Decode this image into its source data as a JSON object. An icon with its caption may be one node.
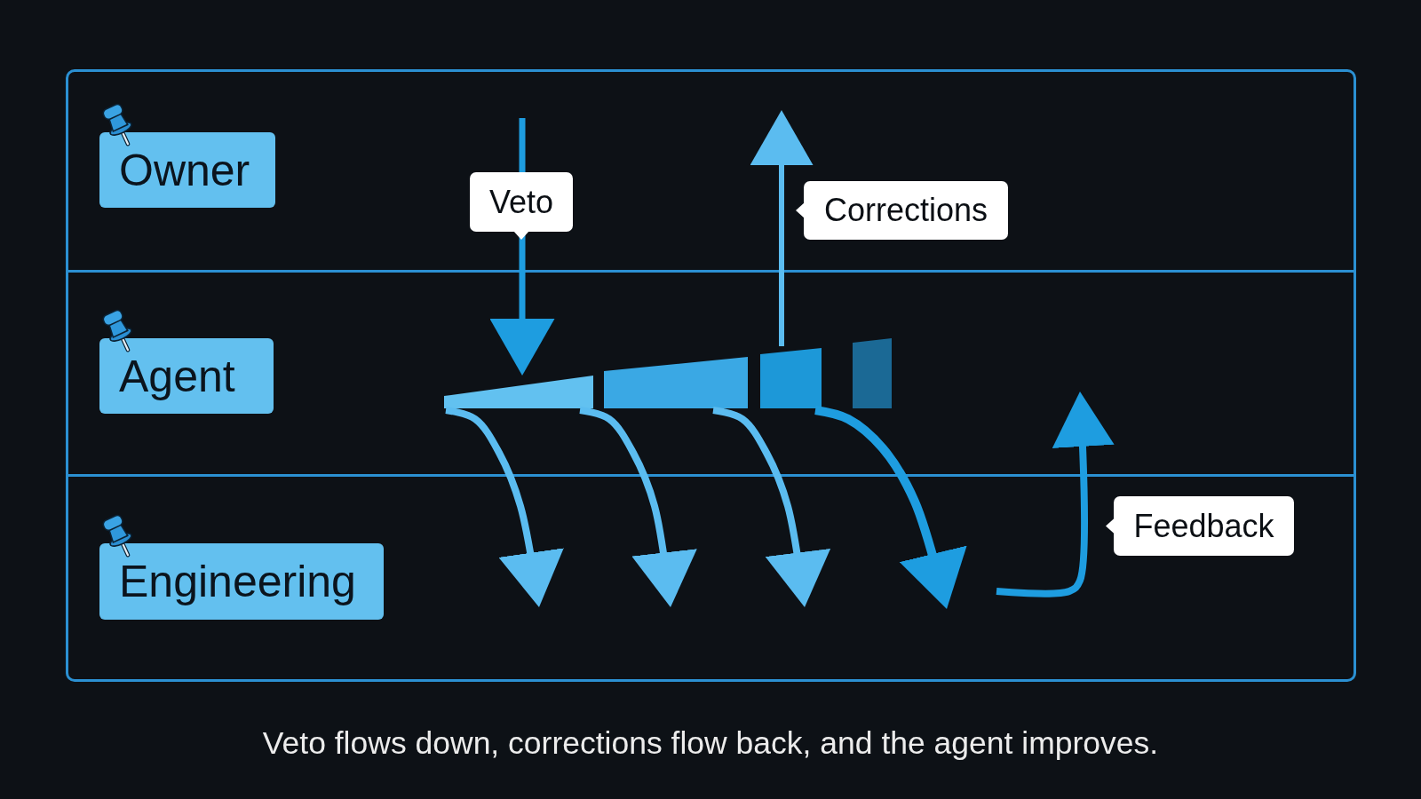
{
  "diagram": {
    "caption": "Veto flows down, corrections flow back, and the agent improves.",
    "nodes": [
      {
        "text": [
          "Owner"
        ]
      },
      {
        "text": [
          "Agent"
        ]
      },
      {
        "text": [
          "Engineering"
        ]
      },
      {
        "text": [],
        "shape": "bar",
        "in": 1
      },
      {
        "text": [],
        "shape": "bar",
        "in": 1
      },
      {
        "text": [],
        "shape": "bar",
        "in": 1
      },
      {
        "text": [],
        "shape": "bar",
        "in": 1
      }
    ],
    "edges": [
      {
        "from": 0,
        "to": 3,
        "arrow": "to",
        "label": "Veto",
        "color": "#1e9de0"
      },
      {
        "from": 5,
        "to": 0,
        "arrow": "to",
        "label": "Corrections"
      },
      {
        "from": 3,
        "to": 2,
        "arrow": "to"
      },
      {
        "from": 3,
        "to": 2,
        "arrow": "to"
      },
      {
        "from": 4,
        "to": 2,
        "arrow": "to"
      },
      {
        "from": 5,
        "to": 2,
        "arrow": "to",
        "color": "#1e9de0"
      },
      {
        "from": 2,
        "to": 1,
        "arrow": "to",
        "label": "Feedback",
        "color": "#1e9de0"
      }
    ]
  }
}
